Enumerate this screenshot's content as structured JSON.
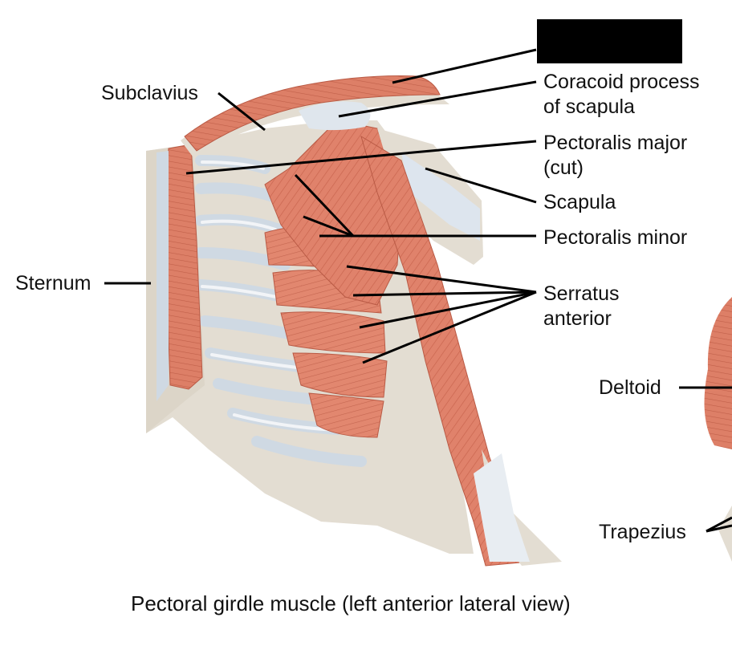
{
  "labels": {
    "subclavius": "Subclavius",
    "coracoid_line1": "Coracoid process",
    "coracoid_line2": "of scapula",
    "pec_major_line1": "Pectoralis major",
    "pec_major_line2": "(cut)",
    "scapula": "Scapula",
    "pec_minor": "Pectoralis minor",
    "serratus_line1": "Serratus",
    "serratus_line2": "anterior",
    "sternum": "Sternum",
    "deltoid": "Deltoid",
    "trapezius": "Trapezius"
  },
  "caption": "Pectoral girdle muscle (left anterior lateral view)",
  "colors": {
    "muscle": "#e0826b",
    "muscle_dark": "#c8634d",
    "bone": "#e3ddd2",
    "cartilage": "#cfd9e3",
    "tendon": "#f2f4f7",
    "leader": "#000000",
    "redaction": "#000000"
  }
}
